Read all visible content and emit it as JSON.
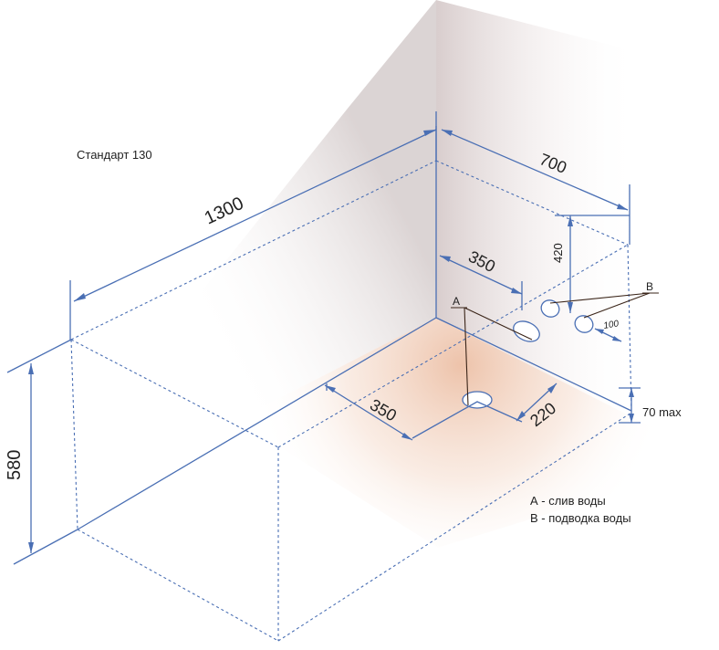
{
  "title": "Стандарт 130",
  "dimensions": {
    "length": "1300",
    "width": "700",
    "height": "580",
    "drain_offset": "350",
    "wall_offset": "350",
    "drain_distance": "220",
    "inlet_height": "420",
    "inlet_spacing": "100",
    "max_height": "70 max"
  },
  "markers": {
    "drain": "A",
    "water_supply": "B"
  },
  "legend": [
    "А - слив воды",
    "В - подводка воды"
  ],
  "colors": {
    "line": "#4a6fb4",
    "leader": "#3a2418",
    "floor_tint": "#f0c9b0",
    "wall_shadow": "#d9cfcf"
  }
}
